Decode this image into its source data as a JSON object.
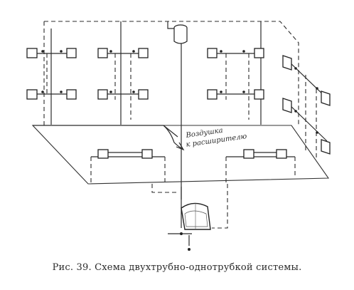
{
  "figure": {
    "caption": "Рис. 39. Схема двухтрубно-однотрубкой системы.",
    "annotation_line1": "Воздушка",
    "annotation_line2": "к расширителю"
  },
  "colors": {
    "ink": "#2b2b2b",
    "paper": "#ffffff"
  }
}
